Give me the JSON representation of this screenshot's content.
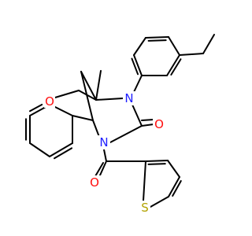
{
  "molecule": {
    "colors": {
      "bond": "#000000",
      "O": "#ff0d0d",
      "N": "#2020ff",
      "S": "#b2a200",
      "C": "#000000"
    },
    "atoms": [
      {
        "id": "a1",
        "label": "O",
        "element": "O"
      },
      {
        "id": "a2",
        "label": "N",
        "element": "N"
      },
      {
        "id": "a3",
        "label": "O",
        "element": "O"
      },
      {
        "id": "a4",
        "label": "N",
        "element": "N"
      },
      {
        "id": "a5",
        "label": "S",
        "element": "S"
      }
    ],
    "substituent_text": {
      "methyl": "Methyl"
    }
  }
}
